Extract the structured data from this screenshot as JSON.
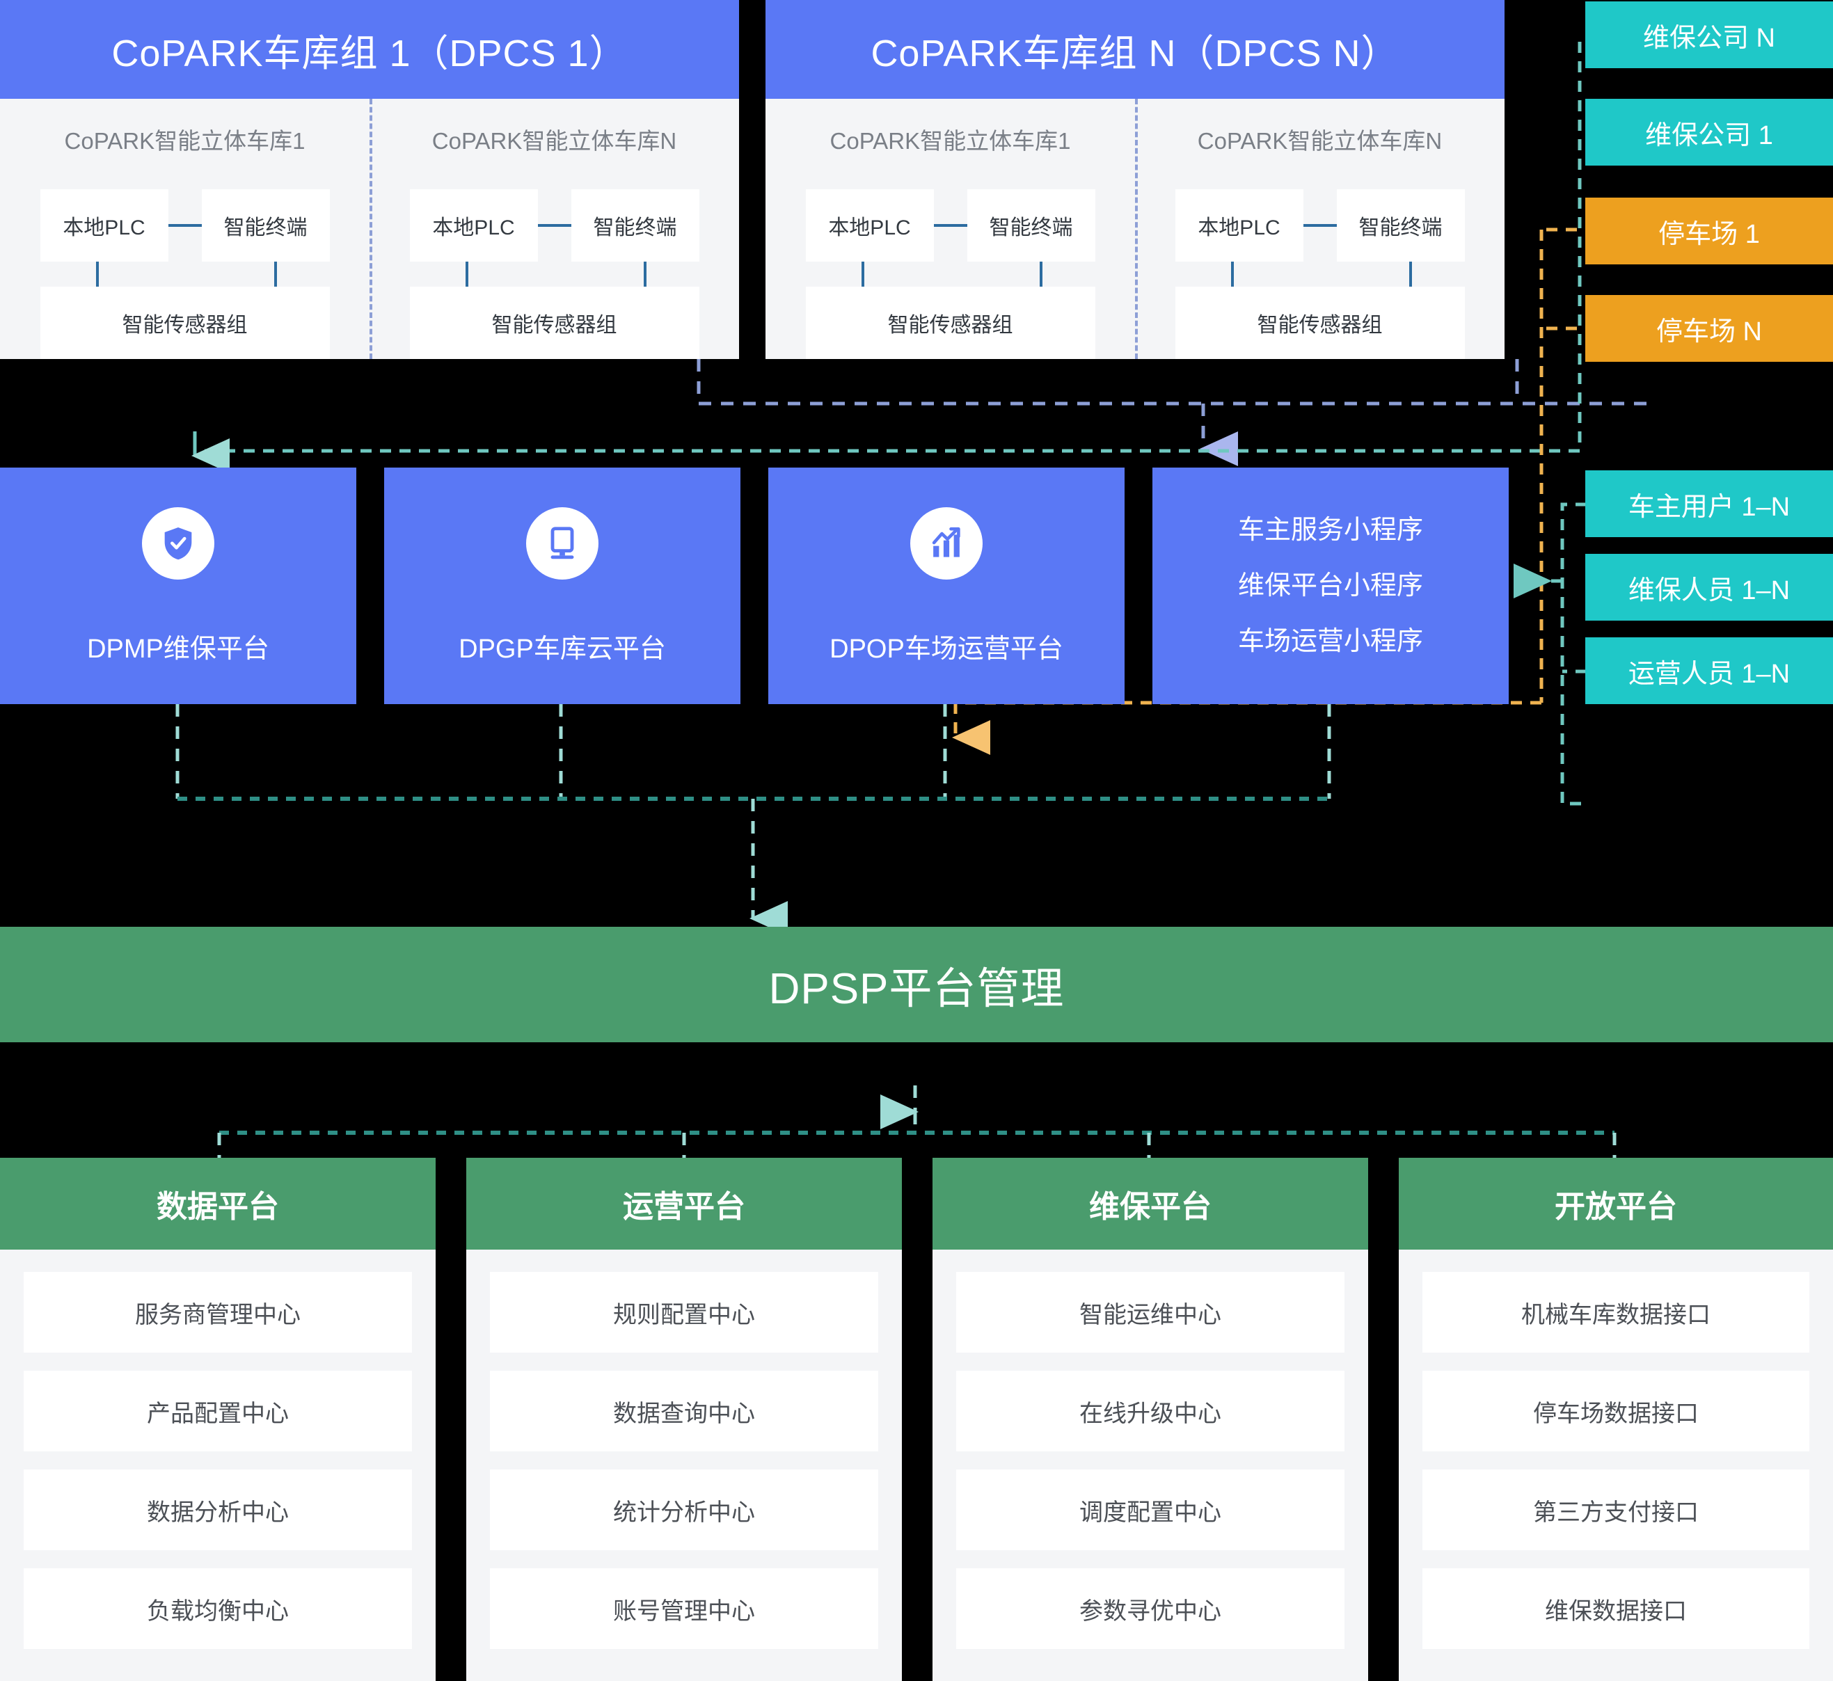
{
  "colors": {
    "background": "#000000",
    "blue": "#5a78f5",
    "green": "#4a9c6d",
    "teal": "#1fc8c8",
    "orange": "#eda01f",
    "card_bg": "#f4f5f7",
    "cell_bg": "#ffffff",
    "connector_blue": "#2c6ca0",
    "dash_blue": "#8d9fd6",
    "dash_teal": "#6fc8c0",
    "dash_orange": "#f0b350"
  },
  "device_groups": [
    {
      "title": "CoPARK车库组 1（DPCS 1）",
      "garages": [
        {
          "title": "CoPARK智能立体车库1",
          "plc": "本地PLC",
          "terminal": "智能终端",
          "sensor": "智能传感器组"
        },
        {
          "title": "CoPARK智能立体车库N",
          "plc": "本地PLC",
          "terminal": "智能终端",
          "sensor": "智能传感器组"
        }
      ]
    },
    {
      "title": "CoPARK车库组 N（DPCS N）",
      "garages": [
        {
          "title": "CoPARK智能立体车库1",
          "plc": "本地PLC",
          "terminal": "智能终端",
          "sensor": "智能传感器组"
        },
        {
          "title": "CoPARK智能立体车库N",
          "plc": "本地PLC",
          "terminal": "智能终端",
          "sensor": "智能传感器组"
        }
      ]
    }
  ],
  "top_chips": [
    {
      "label": "维保公司 N",
      "color": "teal"
    },
    {
      "label": "维保公司 1",
      "color": "teal"
    },
    {
      "label": "停车场 1",
      "color": "orange"
    },
    {
      "label": "停车场 N",
      "color": "orange"
    }
  ],
  "platforms": [
    {
      "label": "DPMP维保平台",
      "icon": "shield-check-icon"
    },
    {
      "label": "DPGP车库云平台",
      "icon": "monitor-icon"
    },
    {
      "label": "DPOP车场运营平台",
      "icon": "bar-chart-up-icon"
    }
  ],
  "miniapps": {
    "lines": [
      "车主服务小程序",
      "维保平台小程序",
      "车场运营小程序"
    ]
  },
  "user_chips": [
    {
      "label": "车主用户 1–N",
      "color": "teal"
    },
    {
      "label": "维保人员 1–N",
      "color": "teal"
    },
    {
      "label": "运营人员 1–N",
      "color": "teal"
    }
  ],
  "dpsp": {
    "title": "DPSP平台管理"
  },
  "bottom_columns": [
    {
      "title": "数据平台",
      "items": [
        "服务商管理中心",
        "产品配置中心",
        "数据分析中心",
        "负载均衡中心"
      ]
    },
    {
      "title": "运营平台",
      "items": [
        "规则配置中心",
        "数据查询中心",
        "统计分析中心",
        "账号管理中心"
      ]
    },
    {
      "title": "维保平台",
      "items": [
        "智能运维中心",
        "在线升级中心",
        "调度配置中心",
        "参数寻优中心"
      ]
    },
    {
      "title": "开放平台",
      "items": [
        "机械车库数据接口",
        "停车场数据接口",
        "第三方支付接口",
        "维保数据接口"
      ]
    }
  ]
}
